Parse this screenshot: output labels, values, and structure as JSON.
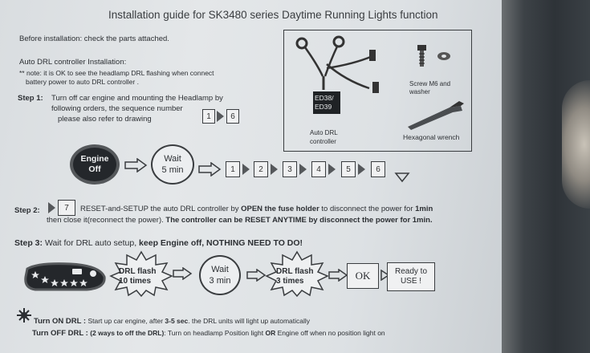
{
  "title": "Installation guide for SK3480 series Daytime Running Lights function",
  "before_install": "Before installation: check the parts attached.",
  "auto_drl": {
    "heading": "Auto DRL controller Installation:",
    "note_line1": "** note: it is OK to see the headlamp DRL flashing when connect",
    "note_line2": "battery power to auto DRL controller ."
  },
  "parts": {
    "controller_label_line1": "ED38/",
    "controller_label_line2": "ED39",
    "controller_caption_line1": "Auto DRL",
    "controller_caption_line2": "controller",
    "screw_caption_line1": "Screw M6 and",
    "screw_caption_line2": "washer",
    "wrench_caption": "Hexagonal wrench"
  },
  "step1": {
    "label": "Step 1:",
    "line1": "Turn off car engine and mounting the  Headlamp by",
    "line2": "following orders, the sequence number",
    "line3": "please also refer to drawing",
    "seq_from": "1",
    "seq_to": "6"
  },
  "flow1": {
    "engine_line1": "Engine",
    "engine_line2": "Off",
    "wait_line1": "Wait",
    "wait_line2": "5 min",
    "sequence": [
      "1",
      "2",
      "3",
      "4",
      "5",
      "6"
    ]
  },
  "step2": {
    "label": "Step 2:",
    "box_num": "7",
    "line1_a": "RESET-and-SETUP the auto DRL controller by ",
    "line1_b": "OPEN the fuse holder",
    "line1_c": " to disconnect the power for ",
    "line1_d": "1min",
    "line2_a": "then close it(reconnect the power). ",
    "line2_b": "The controller can be RESET ANYTIME by disconnect the power for 1min."
  },
  "step3": {
    "label": "Step 3:",
    "text_a": "Wait for DRL auto setup, ",
    "text_b": "keep Engine off, NOTHING NEED TO DO!"
  },
  "flow3": {
    "flash1_line1": "DRL flash",
    "flash1_line2": "10 times",
    "wait_line1": "Wait",
    "wait_line2": "3 min",
    "flash2_line1": "DRL flash",
    "flash2_line2": "3  times",
    "ok": "OK",
    "ready_line1": "Ready to",
    "ready_line2": "USE !"
  },
  "turn_on": {
    "label": "Turn ON DRL  :",
    "text_a": "Start up car engine, after ",
    "text_b": "3-5 sec",
    "text_c": ". the DRL units will light up automatically"
  },
  "turn_off": {
    "label": "Turn OFF DRL :",
    "text_a": "(2 ways to off the DRL)",
    "text_b": ": Turn on headlamp Position light ",
    "text_c": "OR",
    "text_d": " Engine off when no position light on"
  },
  "colors": {
    "paper": "#e2e5e7",
    "ink": "#2c2f33",
    "dark_circle": "#24272b"
  }
}
